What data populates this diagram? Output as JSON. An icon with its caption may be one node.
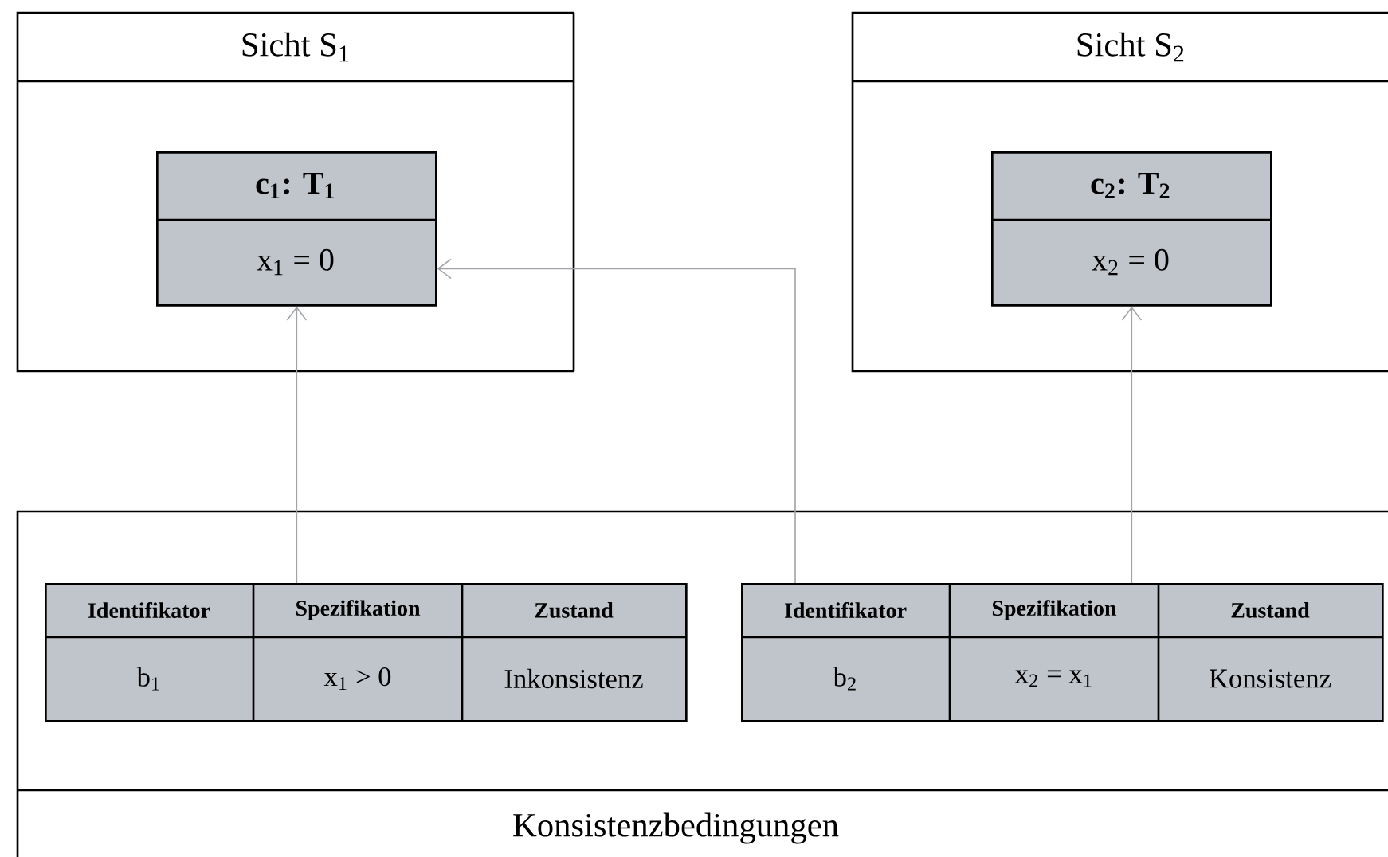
{
  "diagram": {
    "nodes": [
      {
        "text": [
          "Sicht S$_{1}$"
        ]
      },
      {
        "text": [
          "c$_{1}$: T$_{1}$",
          "x$_{1}$ = 0"
        ],
        "in": 0
      },
      {
        "text": [
          "Sicht S$_{2}$"
        ]
      },
      {
        "text": [
          "c$_{2}$: T$_{2}$",
          "x$_{2}$ = 0"
        ],
        "in": 2
      },
      {
        "text": [
          "Konsistenzbedingungen"
        ]
      },
      {
        "text": [
          "Identifikator",
          "Spezifikation",
          "Zustand",
          "b$_{1}$",
          "x$_{1}$ > 0",
          "Inkonsistenz"
        ],
        "in": 4
      },
      {
        "text": [
          "Identifikator",
          "Spezifikation",
          "Zustand",
          "b$_{2}$",
          "x$_{2}$ = x$_{1}$",
          "Konsistenz"
        ],
        "in": 4
      }
    ],
    "edges": [
      {
        "from": 5,
        "to": 1,
        "arrow": "to"
      },
      {
        "from": 6,
        "to": 1,
        "arrow": "to"
      },
      {
        "from": 6,
        "to": 3,
        "arrow": "to"
      }
    ]
  }
}
